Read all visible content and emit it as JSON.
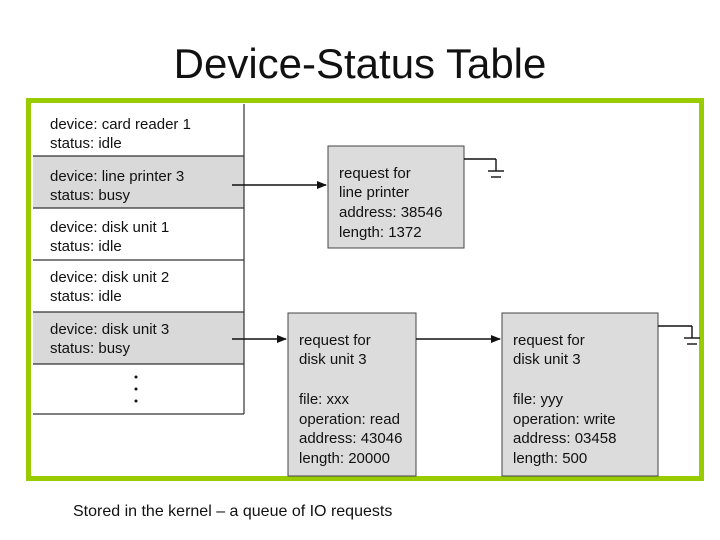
{
  "title": "Device-Status Table",
  "caption": "Stored in the kernel – a queue of IO requests",
  "colors": {
    "frame": "#99cc00",
    "shaded": "#d9d9d9",
    "request_box": "#dcdcdc"
  },
  "table_rows": [
    {
      "device": "device: card reader 1",
      "status": "status: idle",
      "shaded": false
    },
    {
      "device": "device: line printer 3",
      "status": "status: busy",
      "shaded": true
    },
    {
      "device": "device: disk unit 1",
      "status": "status: idle",
      "shaded": false
    },
    {
      "device": "device: disk unit 2",
      "status": "status: idle",
      "shaded": false
    },
    {
      "device": "device: disk unit 3",
      "status": "status: busy",
      "shaded": true
    }
  ],
  "printer_request": [
    "request for",
    "line printer",
    "address: 38546",
    "length: 1372"
  ],
  "disk_request_1": [
    "request for",
    "disk unit 3",
    "",
    "file: xxx",
    "operation: read",
    "address: 43046",
    "length: 20000"
  ],
  "disk_request_2": [
    "request for",
    "disk unit 3",
    "",
    "file: yyy",
    "operation: write",
    "address: 03458",
    "length: 500"
  ]
}
